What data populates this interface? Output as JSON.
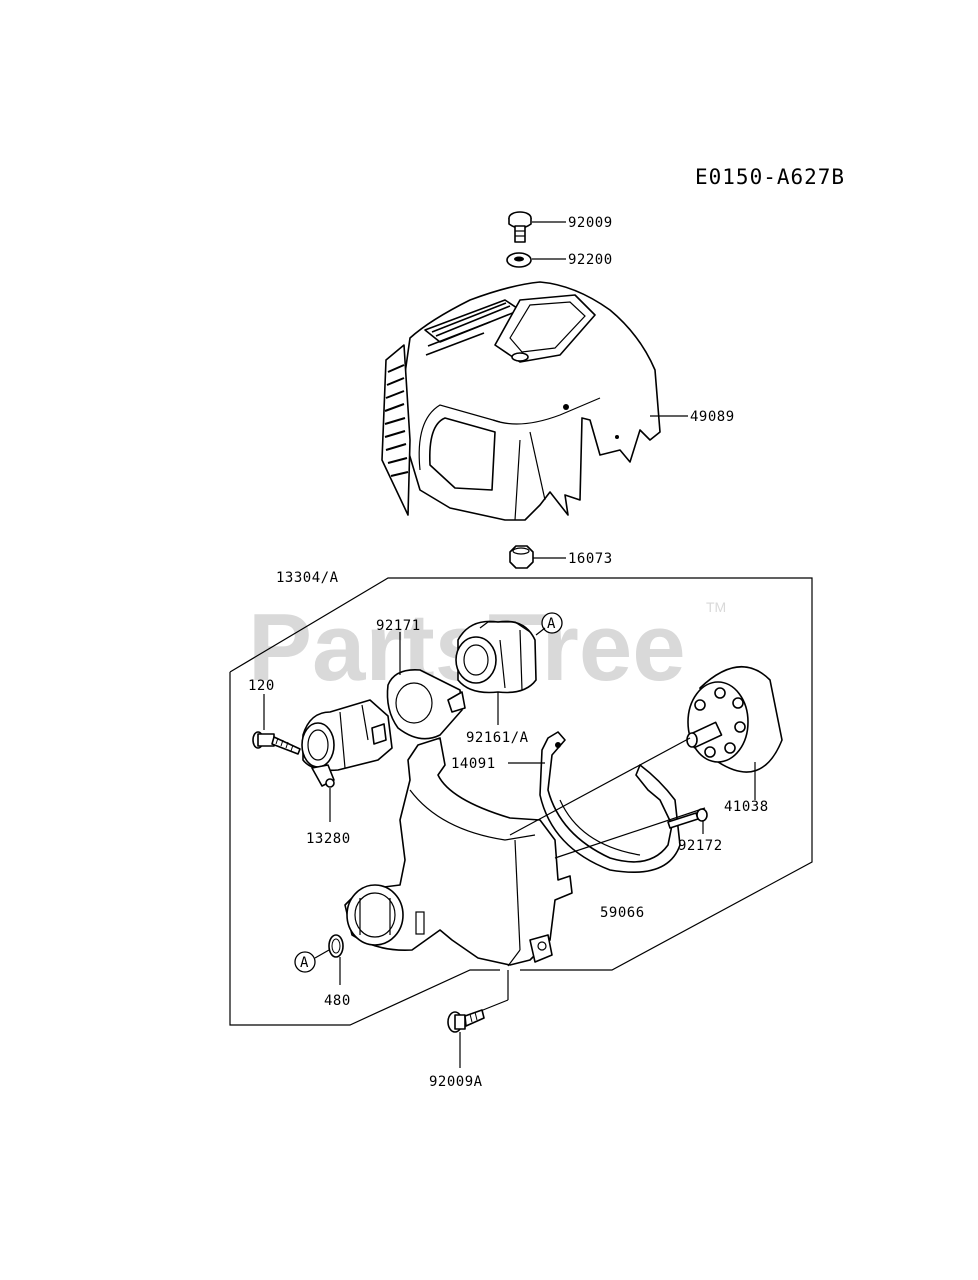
{
  "diagram_code": "E0150-A627B",
  "watermark": "PartsTree",
  "watermark_tm": "TM",
  "labels": {
    "p92009": "92009",
    "p92200": "92200",
    "p49089": "49089",
    "p16073": "16073",
    "p13304A": "13304/A",
    "p92171": "92171",
    "p120": "120",
    "p92161A": "92161/A",
    "p14091": "14091",
    "p13280": "13280",
    "p41038": "41038",
    "p92172": "92172",
    "p59066": "59066",
    "p480": "480",
    "p92009A": "92009A"
  },
  "callout_letter": "A"
}
